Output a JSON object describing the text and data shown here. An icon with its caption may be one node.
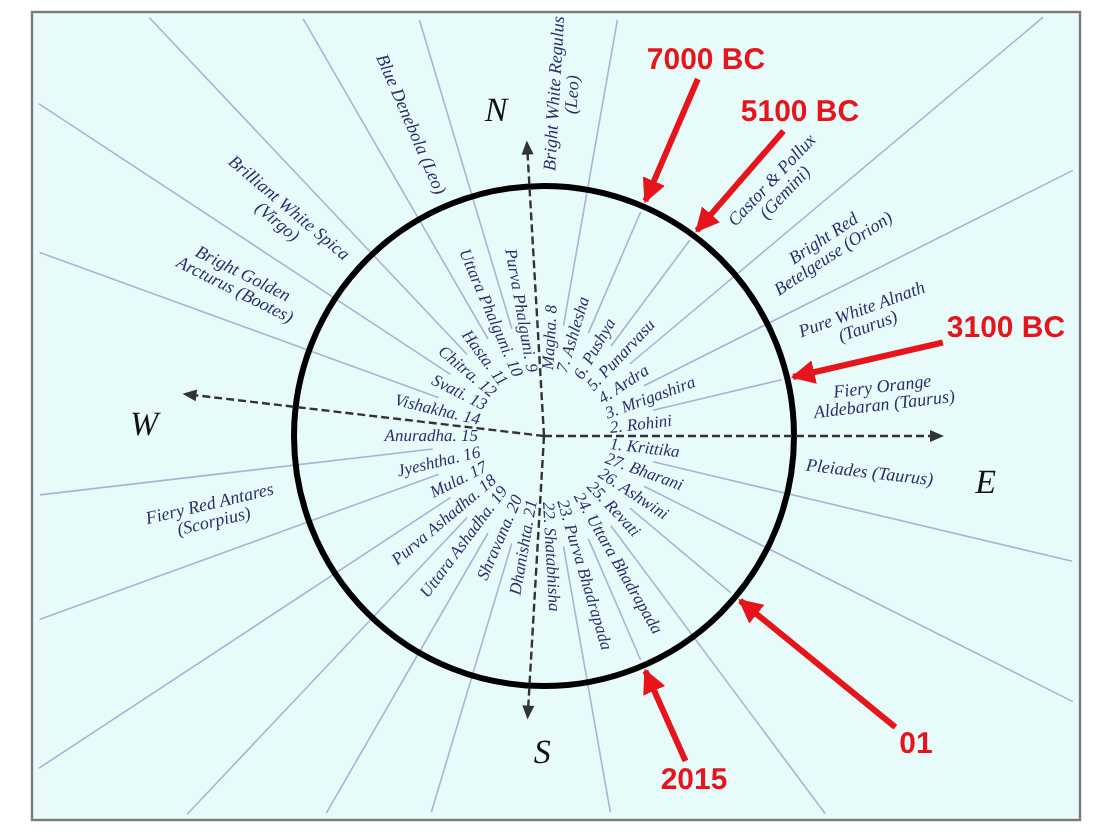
{
  "diagram": {
    "nodes": [
      {
        "text": [],
        "shape": "circle"
      },
      {
        "text": [
          "7000 BC"
        ]
      },
      {
        "text": [
          "5100 BC"
        ]
      },
      {
        "text": [
          "3100 BC"
        ]
      },
      {
        "text": [
          "01"
        ]
      },
      {
        "text": [
          "2015"
        ]
      }
    ],
    "edges": [
      {
        "from": 1,
        "to": 0,
        "arrow": "to"
      },
      {
        "from": 2,
        "to": 0,
        "arrow": "to"
      },
      {
        "from": 3,
        "to": 0,
        "arrow": "to"
      },
      {
        "from": 4,
        "to": 0,
        "arrow": "to"
      },
      {
        "from": 5,
        "to": 0,
        "arrow": "to"
      }
    ],
    "labels": [
      "N",
      "E",
      "S",
      "W",
      "1. Krittika",
      "2. Rohini",
      "3. Mrigashira",
      "4. Ardra",
      "5. Punarvasu",
      "6. Pushya",
      "7. Ashlesha",
      "Magha. 8",
      "Purva Phalguni. 9",
      "Uttara Phalguni. 10",
      "Hasta. 11",
      "Chitra. 12",
      "Svati. 13",
      "Vishakha. 14",
      "Anuradha. 15",
      "Jyeshtha. 16",
      "Mula. 17",
      "Purva Ashadha. 18",
      "Uttara Ashadha. 19",
      "Shravana. 20",
      "Dhanishta. 21",
      "22. Shatabhisha",
      "23. Purva Bhadrapada",
      "24. Uttara Bhadrapada",
      "25. Revati",
      "26. Ashwini",
      "27. Bharani",
      "Blue Denebola (Leo)",
      "Bright White Regulus (Leo)",
      "Brilliant White Spica (Virgo)",
      "Castor & Pollux (Gemini)",
      "Bright Golden Arcturus (Bootes)",
      "Bright Red Betelgeuse (Orion)",
      "Pure White Alnath (Taurus)",
      "Fiery Orange Aldebaran (Taurus)",
      "Pleiades (Taurus)",
      "Fiery Red Antares (Scorpius)"
    ]
  }
}
